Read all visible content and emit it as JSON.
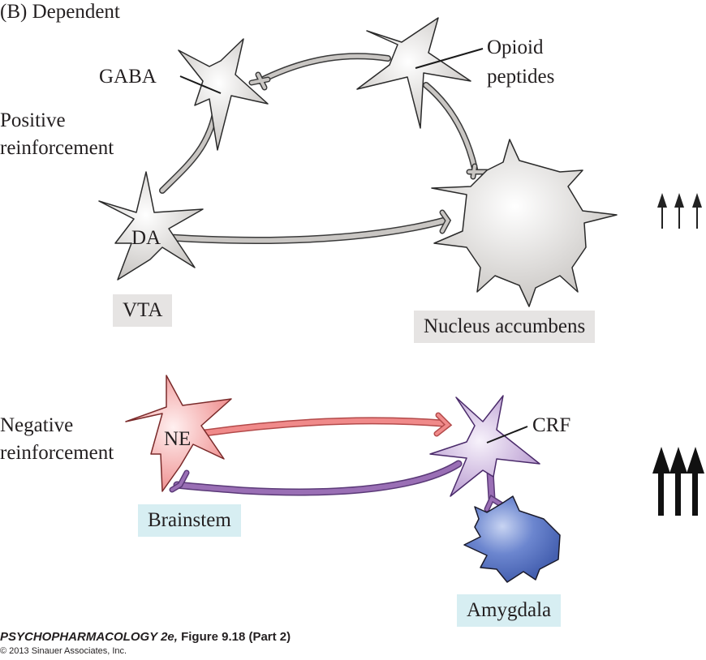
{
  "panel_title": "(B)  Dependent",
  "sections": {
    "positive": {
      "label_line1": "Positive",
      "label_line2": "reinforcement",
      "neurons": {
        "gaba": "GABA",
        "opioid_line1": "Opioid",
        "opioid_line2": "peptides",
        "da": "DA"
      },
      "regions": {
        "vta": "VTA",
        "nucleus_accumbens": "Nucleus accumbens"
      },
      "arrow_count": 3,
      "arrow_weight": "thin"
    },
    "negative": {
      "label_line1": "Negative",
      "label_line2": "reinforcement",
      "neurons": {
        "ne": "NE",
        "crf": "CRF"
      },
      "regions": {
        "brainstem": "Brainstem",
        "amygdala": "Amygdala"
      },
      "arrow_count": 3,
      "arrow_weight": "thick"
    }
  },
  "colors": {
    "neuron_gray": "#d8d6d4",
    "ne_red": "#f08a8a",
    "crf_purple": "#c9b0dc",
    "axon_purple": "#9a6fb5",
    "amygdala_blue": "#5b78c4",
    "region_gray_bg": "#e6e4e3",
    "region_cyan_bg": "#d7eef2"
  },
  "caption": {
    "book": "PSYCHOPHARMACOLOGY 2e,",
    "figure": " Figure 9.18 (Part 2)",
    "copyright": "© 2013 Sinauer Associates, Inc."
  }
}
